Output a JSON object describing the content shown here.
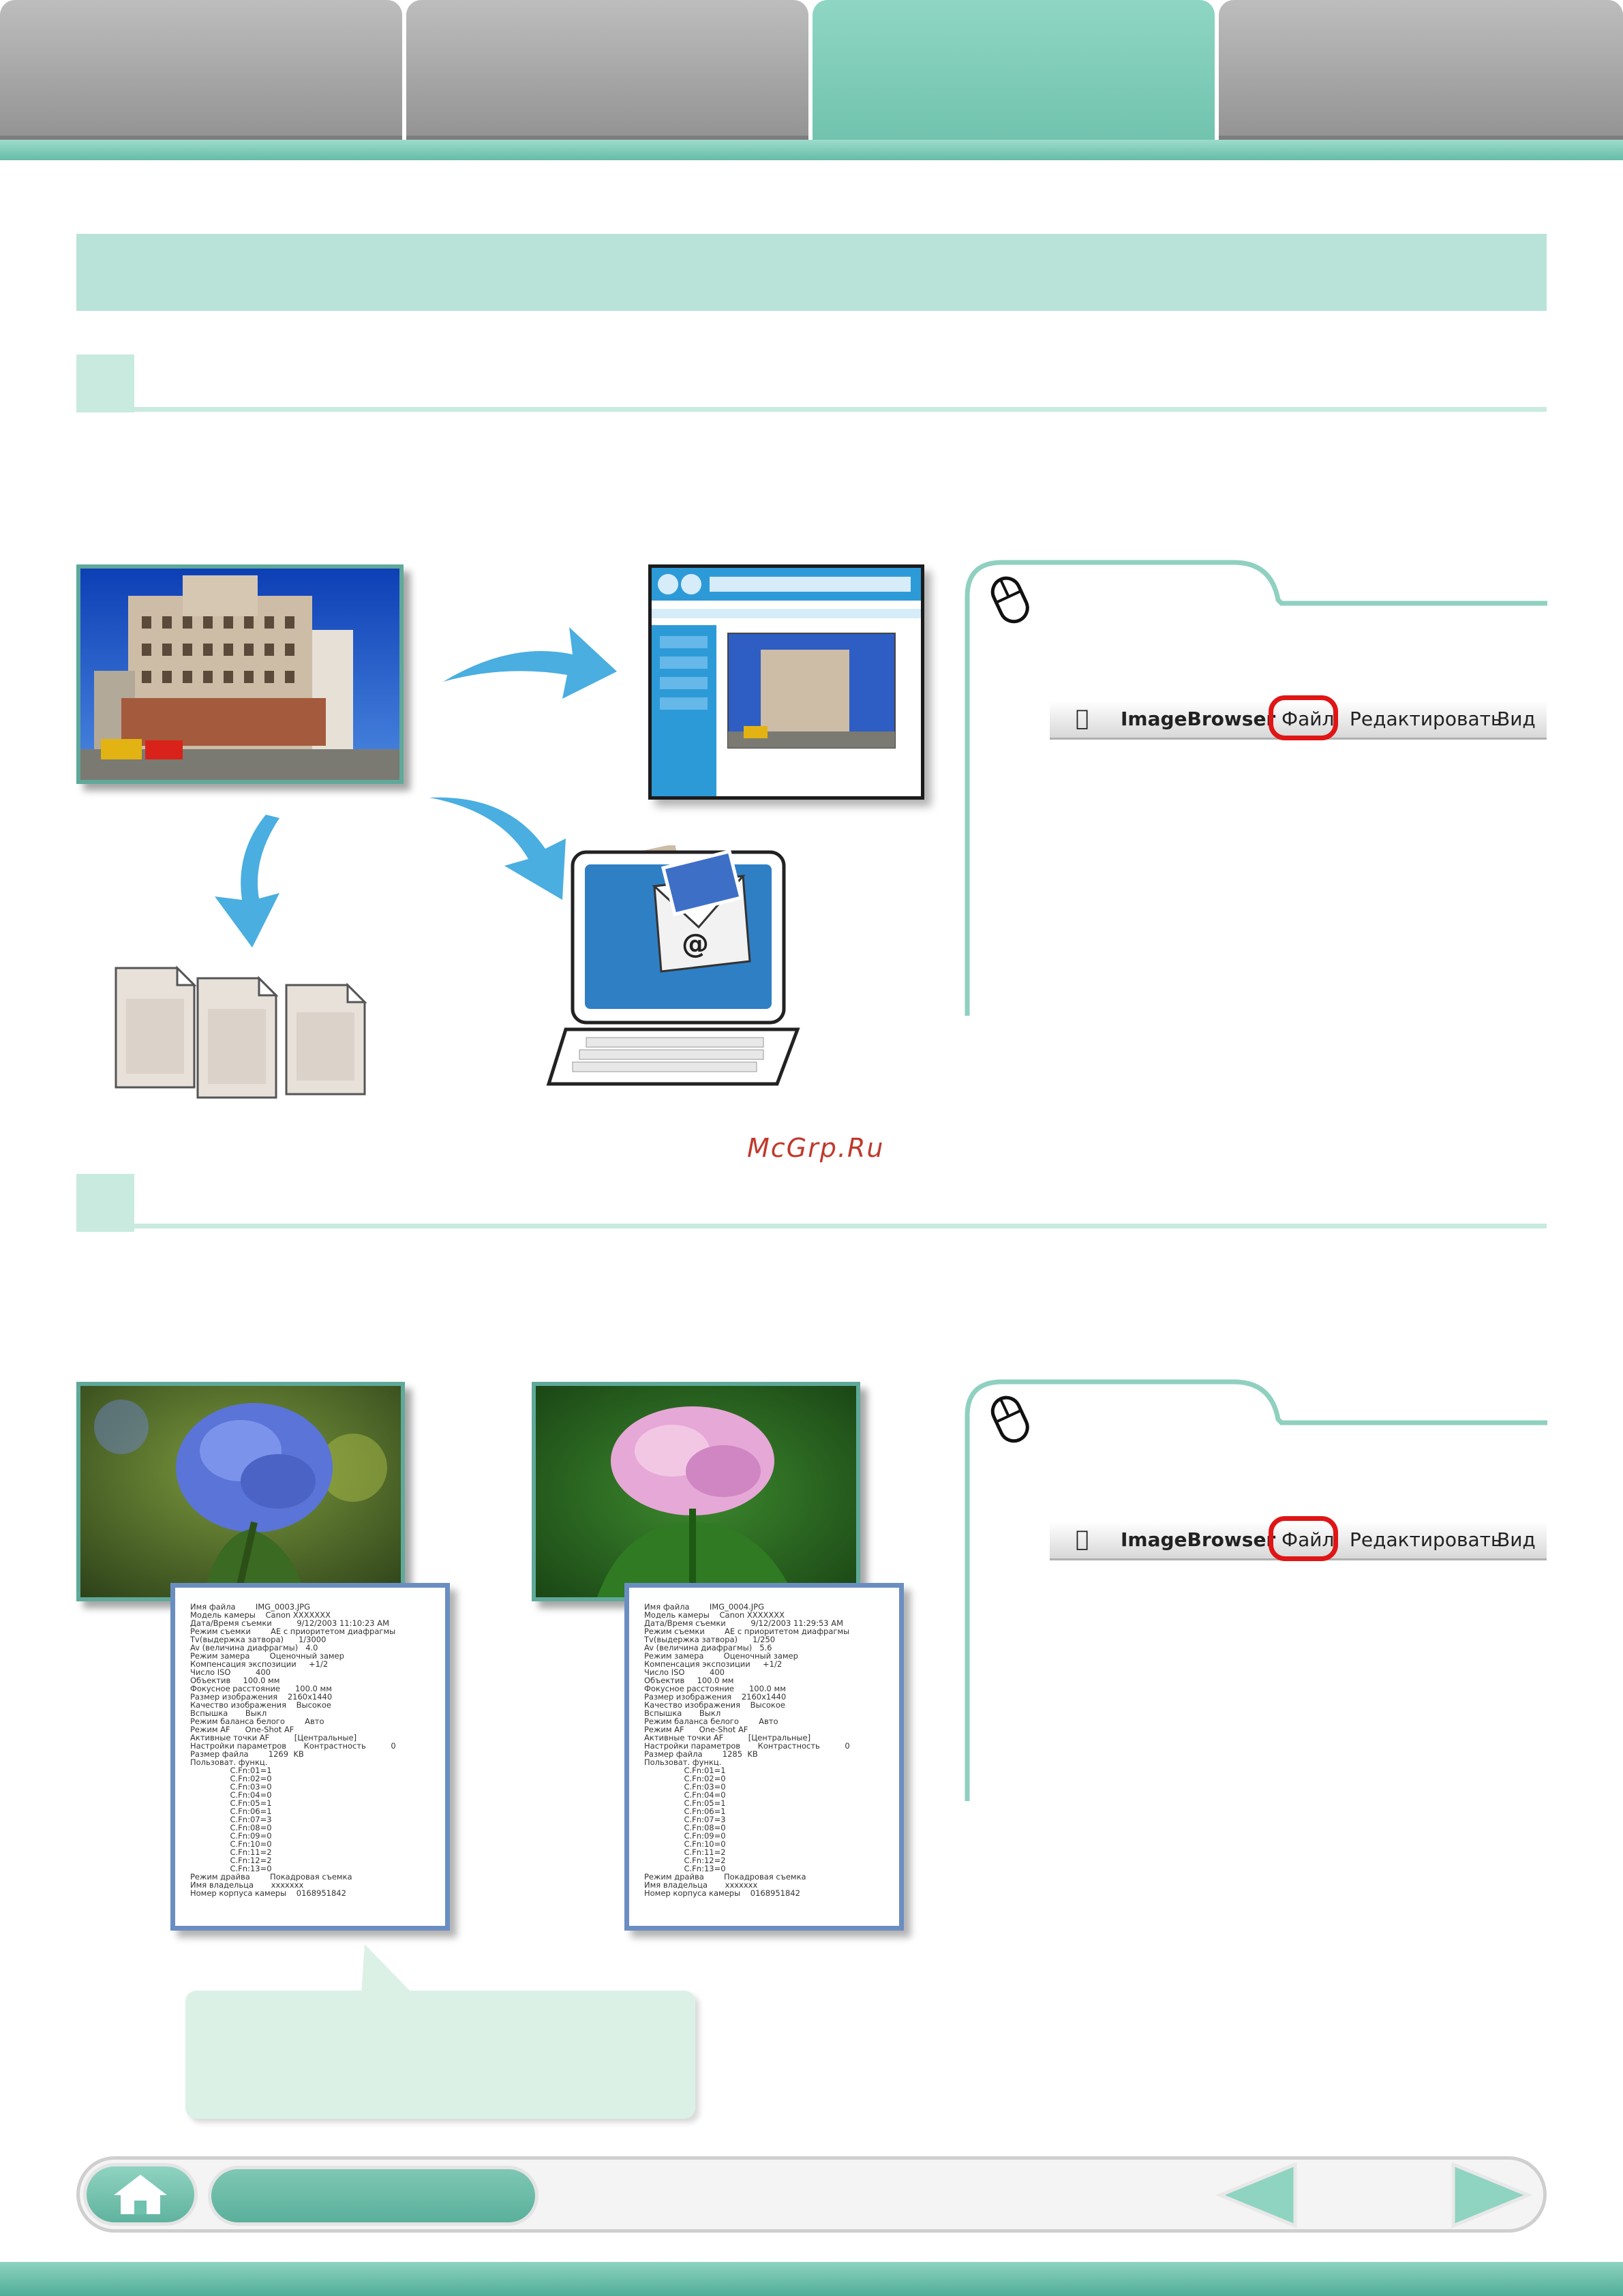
{
  "watermark": "McGrp.Ru",
  "email_symbol": "@",
  "menubar_top": {
    "app_name": "ImageBrowser",
    "items": [
      "Файл",
      "Редактировать",
      "Вид"
    ],
    "highlighted": "Файл"
  },
  "menubar_bottom": {
    "app_name": "ImageBrowser",
    "items": [
      "Файл",
      "Редактировать",
      "Вид"
    ],
    "highlighted": "Файл"
  },
  "metadata_left": [
    "Имя файла        IMG_0003.JPG",
    "Модель камеры    Canon XXXXXXX",
    "Дата/Время съемки          9/12/2003 11:10:23 AM",
    "Режим съемки        AE с приоритетом диафрагмы",
    "Tv(выдержка затвора)      1/3000",
    "Av (величина диафрагмы)   4.0",
    "Режим замера        Оценочный замер",
    "Компенсация экспозиции     +1/2",
    "Число ISO          400",
    "Объектив     100.0 мм",
    "Фокусное расстояние      100.0 мм",
    "Размер изображения    2160x1440",
    "Качество изображения    Высокое",
    "Вспышка       Выкл",
    "Режим баланса белого        Авто",
    "Режим AF      One-Shot AF",
    "Активные точки AF          [Центральные]",
    "Настройки параметров       Контрастность          0",
    "Размер файла        1269  KB",
    "Пользоват. функц.",
    "                C.Fn:01=1",
    "                C.Fn:02=0",
    "                C.Fn:03=0",
    "                C.Fn:04=0",
    "                C.Fn:05=1",
    "                C.Fn:06=1",
    "                C.Fn:07=3",
    "                C.Fn:08=0",
    "                C.Fn:09=0",
    "                C.Fn:10=0",
    "                C.Fn:11=2",
    "                C.Fn:12=2",
    "                C.Fn:13=0",
    "Режим драйва        Покадровая съемка",
    "Имя владельца       xxxxxxx",
    "Номер корпуса камеры    0168951842"
  ],
  "metadata_right": [
    "Имя файла        IMG_0004.JPG",
    "Модель камеры    Canon XXXXXXX",
    "Дата/Время съемки          9/12/2003 11:29:53 AM",
    "Режим съемки        AE с приоритетом диафрагмы",
    "Tv(выдержка затвора)      1/250",
    "Av (величина диафрагмы)   5.6",
    "Режим замера        Оценочный замер",
    "Компенсация экспозиции     +1/2",
    "Число ISO          400",
    "Объектив     100.0 мм",
    "Фокусное расстояние      100.0 мм",
    "Размер изображения    2160x1440",
    "Качество изображения    Высокое",
    "Вспышка       Выкл",
    "Режим баланса белого        Авто",
    "Режим AF      One-Shot AF",
    "Активные точки AF          [Центральные]",
    "Настройки параметров       Контрастность          0",
    "Размер файла        1285  KB",
    "Пользоват. функц.",
    "                C.Fn:01=1",
    "                C.Fn:02=0",
    "                C.Fn:03=0",
    "                C.Fn:04=0",
    "                C.Fn:05=1",
    "                C.Fn:06=1",
    "                C.Fn:07=3",
    "                C.Fn:08=0",
    "                C.Fn:09=0",
    "                C.Fn:10=0",
    "                C.Fn:11=2",
    "                C.Fn:12=2",
    "                C.Fn:13=0",
    "Режим драйва        Покадровая съемка",
    "Имя владельца       xxxxxxx",
    "Номер корпуса камеры    0168951842"
  ],
  "colors": {
    "accent": "#6fc2ad",
    "header_bar": "#b9e3d8",
    "section_marker": "#c9eadf",
    "highlight": "#e01515",
    "card_border": "#6b8ec2"
  },
  "icons": {
    "home": "home-icon",
    "prev": "arrow-left-icon",
    "next": "arrow-right-icon",
    "mouse": "mouse-icon",
    "apple": "apple-logo-icon"
  }
}
